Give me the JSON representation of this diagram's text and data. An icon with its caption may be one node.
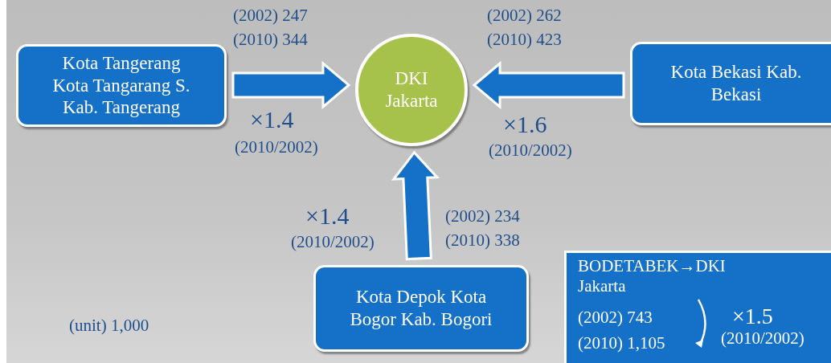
{
  "diagram": {
    "nodes": [
      {
        "text": [
          "Kota Tangerang Kota Tangarang  S. Kab. Tangerang"
        ]
      },
      {
        "text": [
          "DKI Jakarta"
        ]
      },
      {
        "text": [
          "Kota Bekasi Kab. Bekasi"
        ]
      },
      {
        "text": [
          "Kota Depok Kota Bogor Kab. Bogori"
        ]
      },
      {
        "text": [
          "BODETABEK→DKI Jakarta",
          "(2002)  743",
          "(2010)  1,105",
          "×1.5",
          "(2010/2002)"
        ]
      }
    ],
    "edges": [
      {
        "from": 0,
        "to": 1,
        "arrow": "to"
      },
      {
        "from": 2,
        "to": 1,
        "arrow": "to"
      },
      {
        "from": 3,
        "to": 1,
        "arrow": "to"
      }
    ],
    "labels": [
      "(2002)  247",
      "(2010)  344",
      "(2002)  262",
      "(2010)  423",
      "×1.4",
      "(2010/2002)",
      "×1.6",
      "(2010/2002)",
      "×1.4",
      "(2002)  234",
      "(2010/2002)",
      "(2010)  338",
      "(unit)  1,000"
    ]
  }
}
